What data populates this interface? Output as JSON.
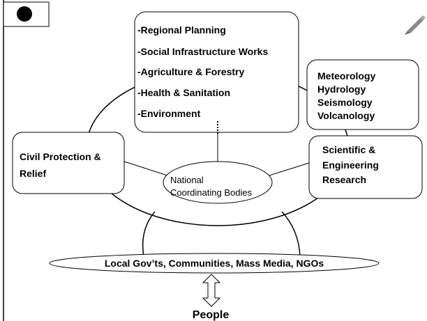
{
  "top_box": {
    "items": [
      "-Regional Planning",
      "-Social Infrastructure Works",
      "-Agriculture & Forestry",
      "-Health & Sanitation",
      "-Environment"
    ]
  },
  "science_box": {
    "lines": [
      "Meteorology",
      "Hydrology",
      "Seismology",
      "Volcanology"
    ]
  },
  "civil_box": {
    "lines": [
      "Civil Protection &",
      "Relief"
    ]
  },
  "research_box": {
    "lines": [
      "Scientific &",
      "Engineering",
      "Research"
    ]
  },
  "national_ellipse": {
    "lines": [
      "National",
      "Coordinating Bodies"
    ]
  },
  "local_ellipse": {
    "label": "Local Gov’ts, Communities, Mass Media, NGOs"
  },
  "people": {
    "label": "People"
  },
  "icons": {
    "bullet": "bullet-circle-icon",
    "pen": "pen-icon",
    "arrow": "double-arrow-icon"
  },
  "colors": {
    "line": "#000000",
    "pen": "#8a8a8a",
    "fill": "#ffffff"
  }
}
